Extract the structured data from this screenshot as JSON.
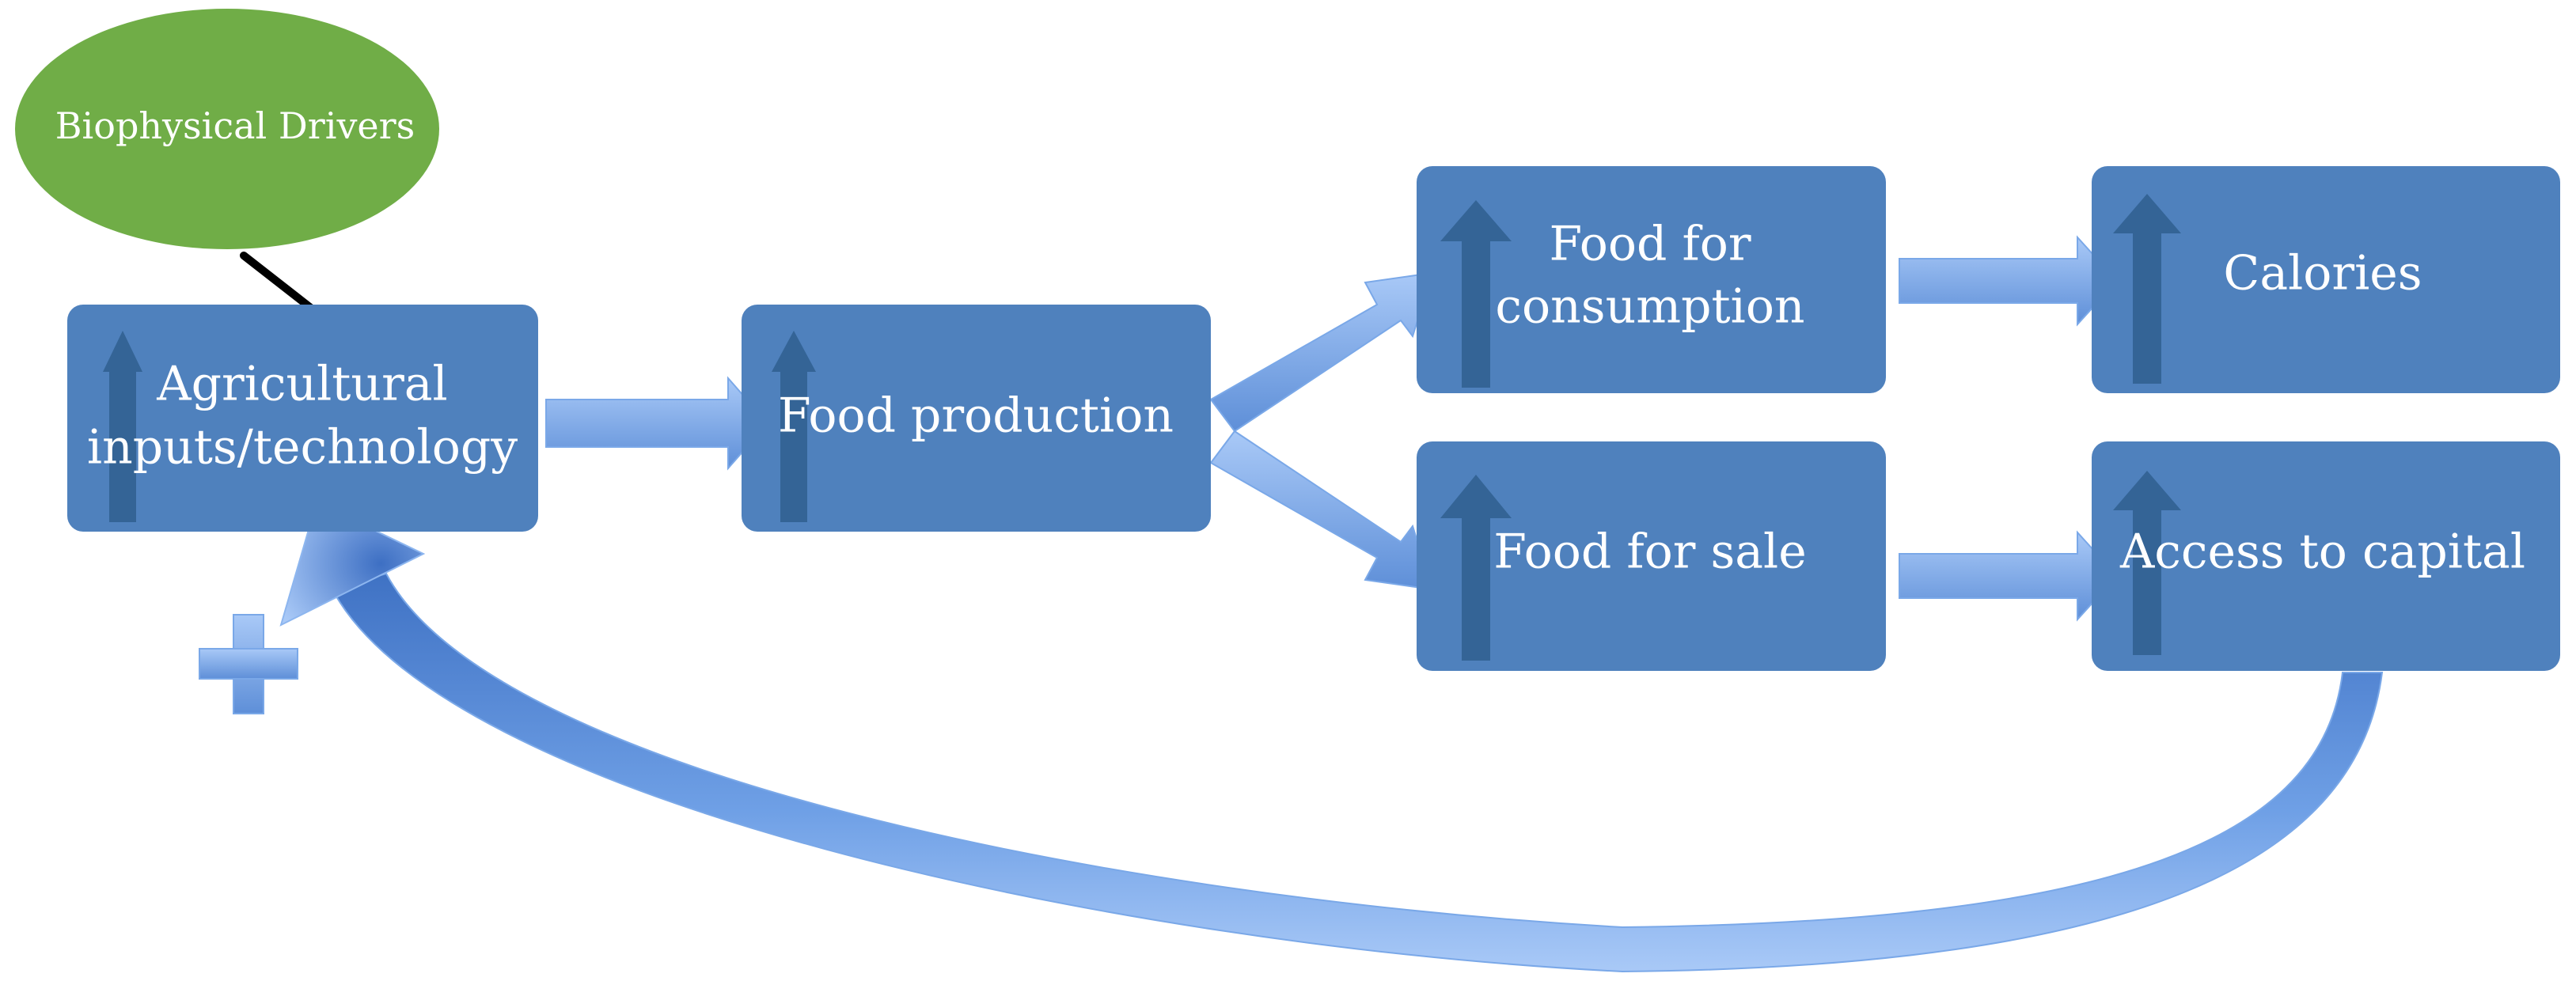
{
  "colors": {
    "box_fill": "#4f81bd",
    "inner_arrow": "#2f5f8f",
    "connector_light": "#a7c7f5",
    "connector_dark": "#5d8ed6",
    "driver_fill": "#70ad47",
    "driver_arrow": "#000000"
  },
  "driver": {
    "label": "Biophysical Drivers"
  },
  "nodes": {
    "agri": {
      "lines": [
        "Agricultural",
        "inputs/technology"
      ]
    },
    "prod": {
      "lines": [
        "Food production"
      ]
    },
    "cons": {
      "lines": [
        "Food for",
        "consumption"
      ]
    },
    "sale": {
      "lines": [
        "Food for sale"
      ]
    },
    "cal": {
      "lines": [
        "Calories"
      ]
    },
    "cap": {
      "lines": [
        "Access to capital"
      ]
    }
  },
  "feedback": {
    "sign": "+"
  },
  "icons": {
    "inner_arrow": "up-arrow-icon",
    "connector": "right-block-arrow-icon",
    "plus": "plus-icon"
  }
}
